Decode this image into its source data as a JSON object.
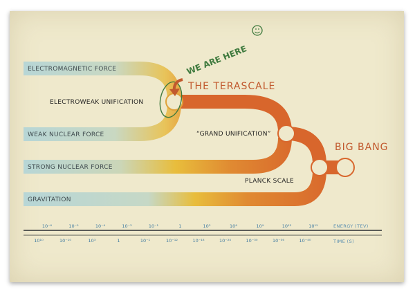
{
  "forces": {
    "electromagnetic": "ELECTROMAGNETIC FORCE",
    "weak": "WEAK NUCLEAR FORCE",
    "strong": "STRONG NUCLEAR FORCE",
    "gravitation": "GRAVITATION"
  },
  "stages": {
    "electroweak": "ELECTROWEAK UNIFICATION",
    "grand": "“GRAND UNIFICATION”",
    "planck": "PLANCK SCALE",
    "terascale": "THE TERASCALE",
    "big_bang": "BIG BANG",
    "we_are_here": "WE ARE HERE"
  },
  "axes": {
    "energy_label": "ENERGY (TEV)",
    "time_label": "TIME (S)",
    "energy_ticks": [
      "10⁻⁶",
      "10⁻⁵",
      "10⁻⁴",
      "10⁻³",
      "10⁻¹",
      "1",
      "10³",
      "10⁶",
      "10⁹",
      "10¹²",
      "10¹⁵"
    ],
    "time_ticks": [
      "10¹⁰",
      "10⁻¹⁰",
      "10³",
      "1",
      "10⁻¹",
      "10⁻¹²",
      "10⁻¹⁸",
      "10⁻²⁴",
      "10⁻³⁰",
      "10⁻³⁶",
      "10⁻⁴⁰"
    ]
  },
  "colors": {
    "blue": "#b7d6d6",
    "yellow": "#e8bd3c",
    "orange": "#d8662c",
    "text_label": "#3f4a4e",
    "accent_red": "#c1592e",
    "note_green": "#3f7a3e"
  }
}
